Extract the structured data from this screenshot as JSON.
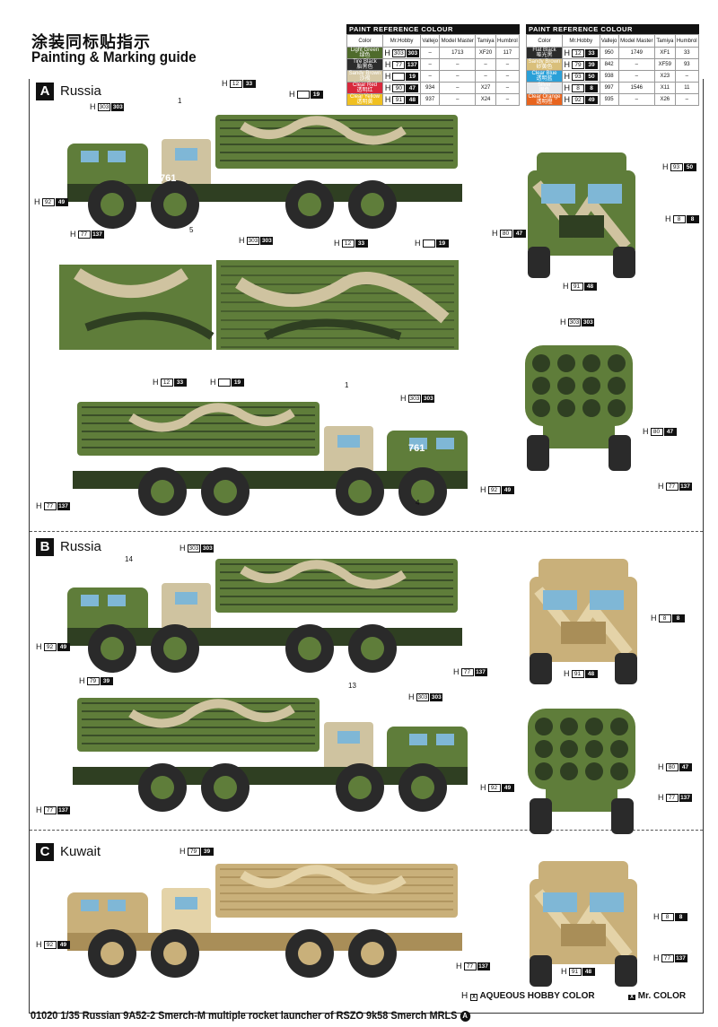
{
  "header": {
    "title_cn": "涂装同标贴指示",
    "title_en": "Painting & Marking guide"
  },
  "paint_tables": [
    {
      "caption": "PAINT  REFERENCE COLOUR",
      "columns": [
        "Color",
        "Mr.Hobby",
        "Vallejo",
        "Model Master",
        "Tamiya",
        "Humbrol"
      ],
      "rows": [
        {
          "name": "Light Green",
          "name_cn": "绿色",
          "swatch": "#4f6b2c",
          "aqueous": "303",
          "mr": "303",
          "vallejo": "–",
          "model_master": "1713",
          "tamiya": "XF20",
          "humbrol": "117"
        },
        {
          "name": "Tire Black",
          "name_cn": "胎黑色",
          "swatch": "#2c2c2c",
          "aqueous": "77",
          "mr": "137",
          "vallejo": "–",
          "model_master": "–",
          "tamiya": "–",
          "humbrol": "–"
        },
        {
          "name": "Sandy Brown",
          "name_cn": "沙褐",
          "swatch": "#d6c9a6",
          "aqueous": "",
          "mr": "19",
          "vallejo": "–",
          "model_master": "–",
          "tamiya": "–",
          "humbrol": "–"
        },
        {
          "name": "Clear Red",
          "name_cn": "透明红",
          "swatch": "#d8283c",
          "aqueous": "90",
          "mr": "47",
          "vallejo": "934",
          "model_master": "–",
          "tamiya": "X27",
          "humbrol": "–"
        },
        {
          "name": "Clear Yellow",
          "name_cn": "透明黄",
          "swatch": "#f0c020",
          "aqueous": "91",
          "mr": "48",
          "vallejo": "937",
          "model_master": "–",
          "tamiya": "X24",
          "humbrol": "–"
        }
      ]
    },
    {
      "caption": "PAINT  REFERENCE COLOUR",
      "columns": [
        "Color",
        "Mr.Hobby",
        "Vallejo",
        "Model Master",
        "Tamiya",
        "Humbrol"
      ],
      "rows": [
        {
          "name": "Flat Black",
          "name_cn": "哑光黑",
          "swatch": "#2a2a2a",
          "aqueous": "12",
          "mr": "33",
          "vallejo": "950",
          "model_master": "1749",
          "tamiya": "XF1",
          "humbrol": "33"
        },
        {
          "name": "Sandy Brown",
          "name_cn": "砂黄色",
          "swatch": "#d9bf7a",
          "aqueous": "79",
          "mr": "39",
          "vallejo": "842",
          "model_master": "–",
          "tamiya": "XF59",
          "humbrol": "93"
        },
        {
          "name": "Clear Blue",
          "name_cn": "透明蓝",
          "swatch": "#2aa0d8",
          "aqueous": "93",
          "mr": "50",
          "vallejo": "938",
          "model_master": "–",
          "tamiya": "X23",
          "humbrol": "–"
        },
        {
          "name": "Silver",
          "name_cn": "银色",
          "swatch": "#e6e8ea",
          "aqueous": "8",
          "mr": "8",
          "vallejo": "997",
          "model_master": "1546",
          "tamiya": "X11",
          "humbrol": "11"
        },
        {
          "name": "Clear Orange",
          "name_cn": "透明橙",
          "swatch": "#e8641e",
          "aqueous": "92",
          "mr": "49",
          "vallejo": "935",
          "model_master": "–",
          "tamiya": "X26",
          "humbrol": "–"
        }
      ]
    }
  ],
  "sections": [
    {
      "letter": "A",
      "name": "Russia",
      "hull_number": "761"
    },
    {
      "letter": "B",
      "name": "Russia"
    },
    {
      "letter": "C",
      "name": "Kuwait"
    }
  ],
  "callouts": [
    {
      "a": "303",
      "m": "303"
    },
    {
      "a": "12",
      "m": "33"
    },
    {
      "a": "",
      "m": "19"
    },
    {
      "a": "92",
      "m": "49"
    },
    {
      "a": "77",
      "m": "137"
    },
    {
      "a": "93",
      "m": "50"
    },
    {
      "a": "8",
      "m": "8"
    },
    {
      "a": "80",
      "m": "47"
    },
    {
      "a": "91",
      "m": "48"
    },
    {
      "a": "303",
      "m": "303"
    },
    {
      "a": "12",
      "m": "33"
    },
    {
      "a": "",
      "m": "19"
    },
    {
      "a": "12",
      "m": "33"
    },
    {
      "a": "",
      "m": "19"
    },
    {
      "a": "303",
      "m": "303"
    },
    {
      "a": "77",
      "m": "137"
    },
    {
      "a": "92",
      "m": "49"
    },
    {
      "a": "303",
      "m": "303"
    },
    {
      "a": "80",
      "m": "47"
    },
    {
      "a": "77",
      "m": "137"
    },
    {
      "a": "303",
      "m": "303"
    },
    {
      "a": "92",
      "m": "49"
    },
    {
      "a": "77",
      "m": "137"
    },
    {
      "a": "8",
      "m": "8"
    },
    {
      "a": "91",
      "m": "48"
    },
    {
      "a": "79",
      "m": "39"
    },
    {
      "a": "303",
      "m": "303"
    },
    {
      "a": "92",
      "m": "49"
    },
    {
      "a": "77",
      "m": "137"
    },
    {
      "a": "80",
      "m": "47"
    },
    {
      "a": "77",
      "m": "137"
    },
    {
      "a": "79",
      "m": "39"
    },
    {
      "a": "92",
      "m": "49"
    },
    {
      "a": "77",
      "m": "137"
    },
    {
      "a": "8",
      "m": "8"
    },
    {
      "a": "77",
      "m": "137"
    },
    {
      "a": "91",
      "m": "48"
    }
  ],
  "decal_numbers": [
    "1",
    "5",
    "1",
    "4",
    "14",
    "13"
  ],
  "legend": {
    "h_prefix": "H",
    "aqueous_label": "AQUEOUS HOBBY COLOR",
    "mr_label": "Mr. COLOR",
    "sample": "X"
  },
  "footer": {
    "text": "01020  1/35  Russian 9A52-2 Smerch-M multiple rocket launcher of RSZO 9k58 Smerch MRLS",
    "badge": "A"
  }
}
